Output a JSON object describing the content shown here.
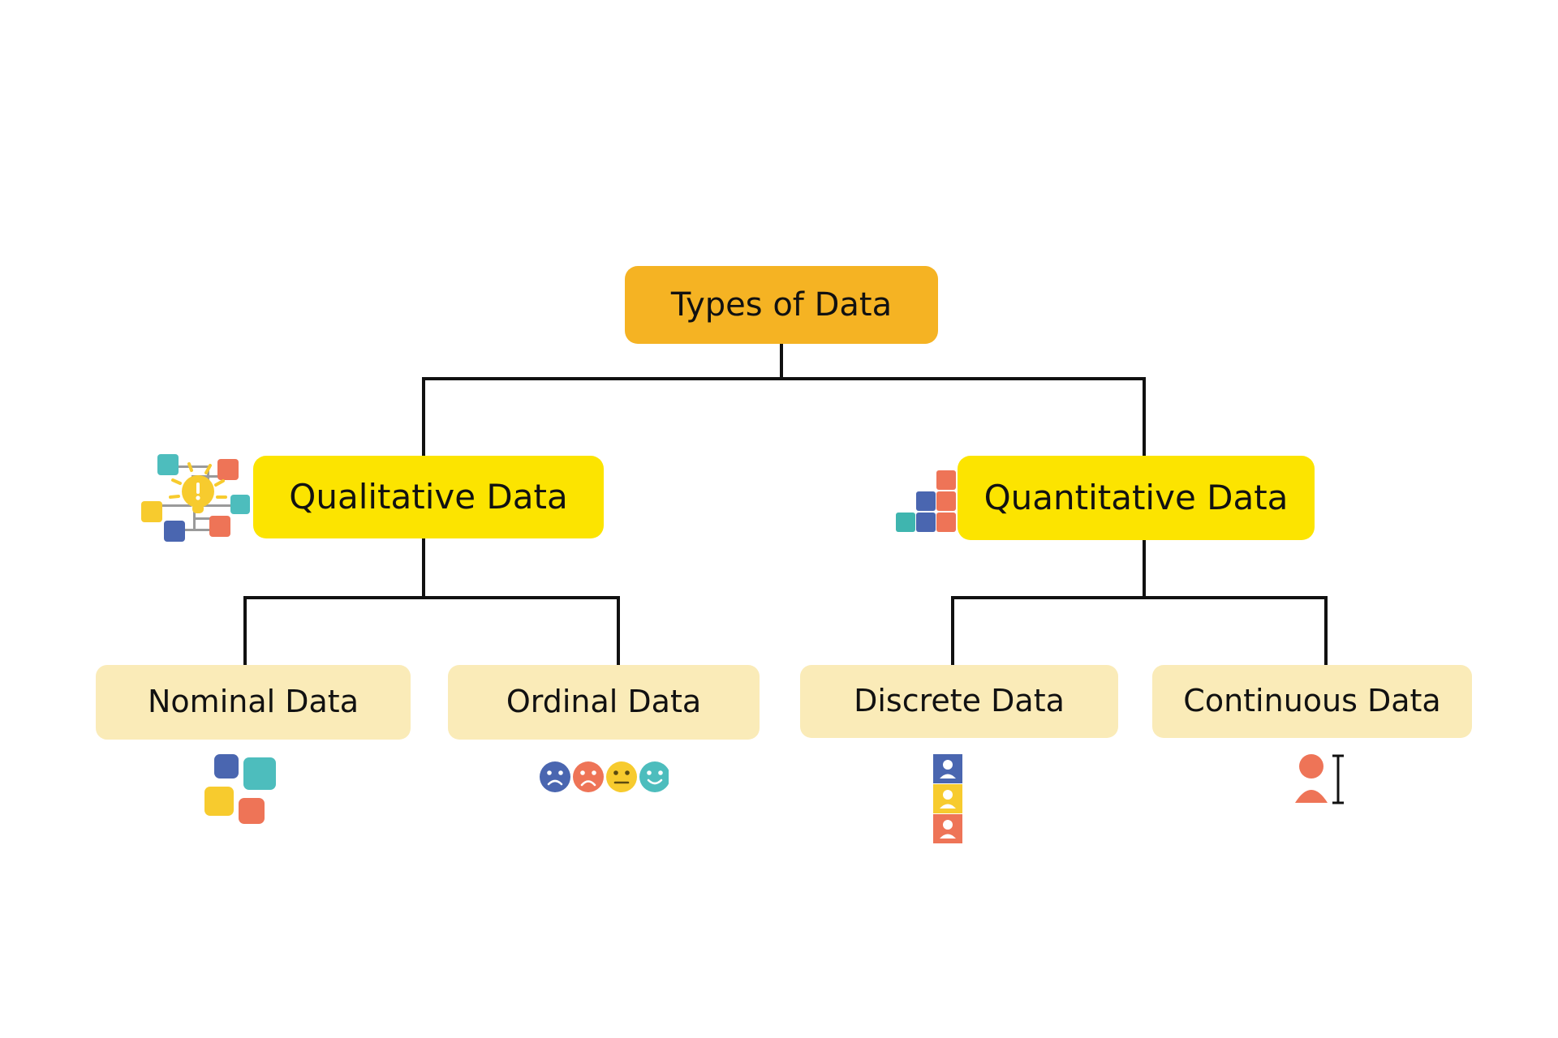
{
  "diagram": {
    "title": "Types of Data",
    "type": "tree-hierarchy",
    "background": "#ffffff",
    "levels": 3
  },
  "nodes": {
    "root": {
      "label": "Types of Data",
      "color": "#F5B323",
      "level": 1
    },
    "qualitative": {
      "label": "Qualitative Data",
      "color": "#FCE400",
      "level": 2,
      "icon": "lightbulb-network-icon"
    },
    "quantitative": {
      "label": "Quantitative Data",
      "color": "#FCE400",
      "level": 2,
      "icon": "bar-chart-icon"
    },
    "nominal": {
      "label": "Nominal Data",
      "color": "#FAEBB8",
      "level": 3,
      "icon": "colored-squares-icon"
    },
    "ordinal": {
      "label": "Ordinal Data",
      "color": "#FAEBB8",
      "level": 3,
      "icon": "rating-faces-icon"
    },
    "discrete": {
      "label": "Discrete Data",
      "color": "#FAEBB8",
      "level": 3,
      "icon": "stacked-people-icon"
    },
    "continuous": {
      "label": "Continuous Data",
      "color": "#FAEBB8",
      "level": 3,
      "icon": "person-height-measure-icon"
    }
  },
  "edges": [
    {
      "from": "root",
      "to": "qualitative"
    },
    {
      "from": "root",
      "to": "quantitative"
    },
    {
      "from": "qualitative",
      "to": "nominal"
    },
    {
      "from": "qualitative",
      "to": "ordinal"
    },
    {
      "from": "quantitative",
      "to": "discrete"
    },
    {
      "from": "quantitative",
      "to": "continuous"
    }
  ],
  "palette": {
    "root_orange": "#F5B323",
    "level2_yellow": "#FCE400",
    "level3_cream": "#FAEBB8",
    "icon_teal": "#4DBDBD",
    "icon_blue": "#4A66B0",
    "icon_yellow": "#F7CB2E",
    "icon_coral": "#EE7457",
    "connector_black": "#111111",
    "text_black": "#111111"
  },
  "icons": {
    "lightbulb_network": {
      "name": "lightbulb-network-icon",
      "squares": [
        "teal",
        "coral",
        "teal",
        "yellow",
        "blue",
        "coral"
      ]
    },
    "bar_chart": {
      "name": "bar-chart-icon",
      "columns": [
        {
          "color": "teal",
          "blocks": 1
        },
        {
          "color": "blue",
          "blocks": 2
        },
        {
          "color": "coral",
          "blocks": 3
        }
      ]
    },
    "colored_squares": {
      "name": "colored-squares-icon",
      "squares": [
        "blue",
        "teal",
        "yellow",
        "coral"
      ]
    },
    "rating_faces": {
      "name": "rating-faces-icon",
      "faces": [
        {
          "color": "blue",
          "mood": "sad"
        },
        {
          "color": "coral",
          "mood": "very-sad"
        },
        {
          "color": "yellow",
          "mood": "neutral"
        },
        {
          "color": "teal",
          "mood": "happy"
        }
      ]
    },
    "stacked_people": {
      "name": "stacked-people-icon",
      "tiles": [
        "blue",
        "yellow",
        "coral"
      ]
    },
    "person_measure": {
      "name": "person-height-measure-icon",
      "person_color": "coral",
      "ruler_color": "#111111"
    }
  }
}
